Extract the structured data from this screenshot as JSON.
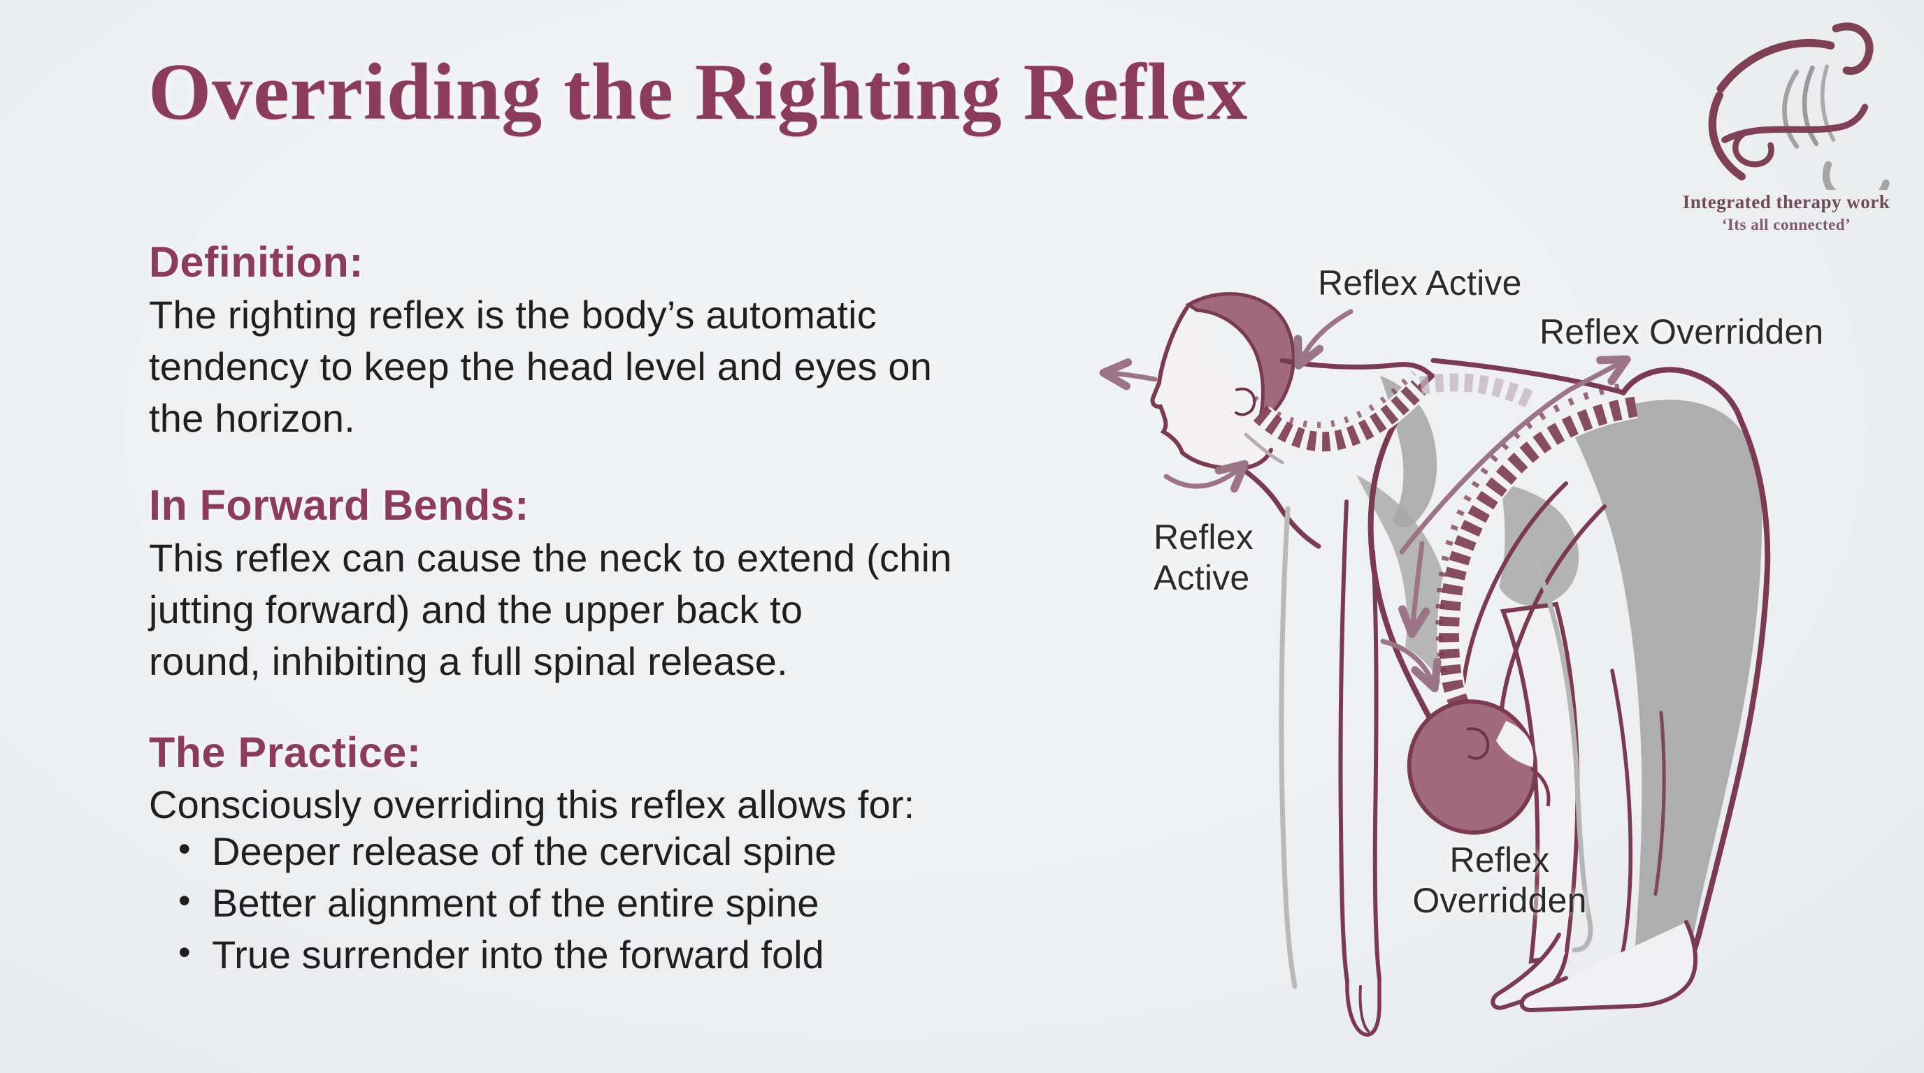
{
  "slide": {
    "title": "Overriding the Righting Reflex"
  },
  "logo": {
    "name": "Integrated therapy work",
    "tagline": "‘Its all connected’"
  },
  "sections": {
    "definition": {
      "heading": "Definition:",
      "body": "The righting reflex is the body’s automatic\ntendency to keep the head level and eyes on\nthe horizon."
    },
    "forward_bends": {
      "heading": "In Forward Bends:",
      "body": "This reflex can cause the neck to extend (chin\njutting forward) and the upper back to\nround, inhibiting a full spinal release."
    },
    "practice": {
      "heading": "The Practice:",
      "intro": "Consciously overriding this reflex allows for:",
      "bullet_char": "•",
      "bullets": [
        "Deeper release of the cervical spine",
        "Better alignment of the entire spine",
        "True surrender into the forward fold"
      ]
    }
  },
  "diagram": {
    "labels": {
      "top_active": "Reflex Active",
      "top_overridden": "Reflex Overridden",
      "left_active": "Reflex\nActive",
      "bottom_overridden": "Reflex\nOverridden"
    },
    "colors": {
      "outline": "#7a3a52",
      "head_fill": "#a26a7d",
      "gray": "#a8a8a8",
      "arrow": "#9b7486",
      "accent": "#8b3c5d",
      "background": "#edeff1",
      "body_text": "#1f1f1f"
    }
  }
}
